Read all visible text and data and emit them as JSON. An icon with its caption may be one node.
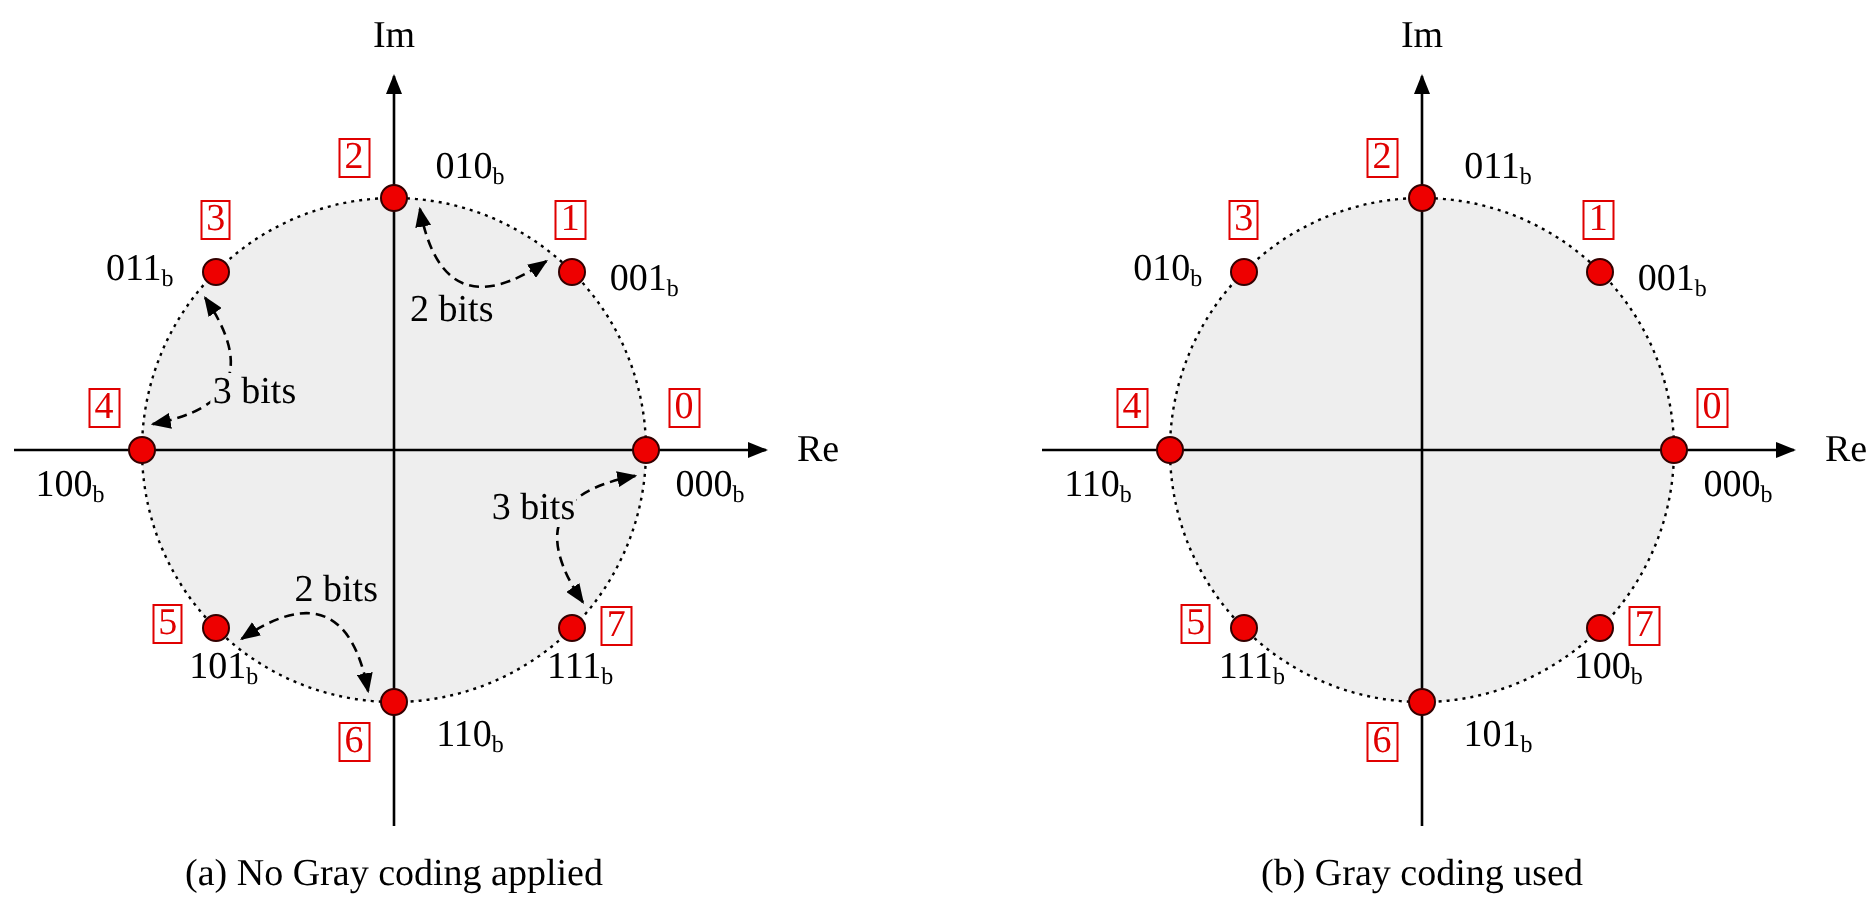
{
  "diagram": {
    "nodes": [
      {
        "text": [],
        "shape": "circle",
        "beside": [
          "0",
          "000$_{b}$"
        ]
      },
      {
        "text": [],
        "shape": "circle",
        "beside": [
          "1",
          "001$_{b}$"
        ]
      },
      {
        "text": [],
        "shape": "circle",
        "beside": [
          "2",
          "010$_{b}$"
        ]
      },
      {
        "text": [],
        "shape": "circle",
        "beside": [
          "3",
          "011$_{b}$"
        ]
      },
      {
        "text": [],
        "shape": "circle",
        "beside": [
          "4",
          "100$_{b}$"
        ]
      },
      {
        "text": [],
        "shape": "circle",
        "beside": [
          "5",
          "101$_{b}$"
        ]
      },
      {
        "text": [],
        "shape": "circle",
        "beside": [
          "6",
          "110$_{b}$"
        ]
      },
      {
        "text": [],
        "shape": "circle",
        "beside": [
          "7",
          "111$_{b}$"
        ]
      },
      {
        "text": [],
        "shape": "circle",
        "beside": [
          "0",
          "000$_{b}$"
        ]
      },
      {
        "text": [],
        "shape": "circle",
        "beside": [
          "1",
          "001$_{b}$"
        ]
      },
      {
        "text": [],
        "shape": "circle",
        "beside": [
          "2",
          "011$_{b}$"
        ]
      },
      {
        "text": [],
        "shape": "circle",
        "beside": [
          "3",
          "010$_{b}$"
        ]
      },
      {
        "text": [],
        "shape": "circle",
        "beside": [
          "4",
          "110$_{b}$"
        ]
      },
      {
        "text": [],
        "shape": "circle",
        "beside": [
          "5",
          "111$_{b}$"
        ]
      },
      {
        "text": [],
        "shape": "circle",
        "beside": [
          "6",
          "101$_{b}$"
        ]
      },
      {
        "text": [],
        "shape": "circle",
        "beside": [
          "7",
          "100$_{b}$"
        ]
      }
    ],
    "edges": [
      {
        "from": 2,
        "to": 1,
        "arrow": "both",
        "style": "dashed",
        "label": "2 bits"
      },
      {
        "from": 3,
        "to": 4,
        "arrow": "both",
        "style": "dashed",
        "label": "3 bits"
      },
      {
        "from": 0,
        "to": 7,
        "arrow": "both",
        "style": "dashed",
        "label": "3 bits"
      },
      {
        "from": 5,
        "to": 6,
        "arrow": "both",
        "style": "dashed",
        "label": "2 bits"
      }
    ],
    "labels": [
      "Im",
      "Im",
      "Re",
      "Re",
      "(a)  No Gray coding applied",
      "(b)  Gray coding used"
    ]
  }
}
